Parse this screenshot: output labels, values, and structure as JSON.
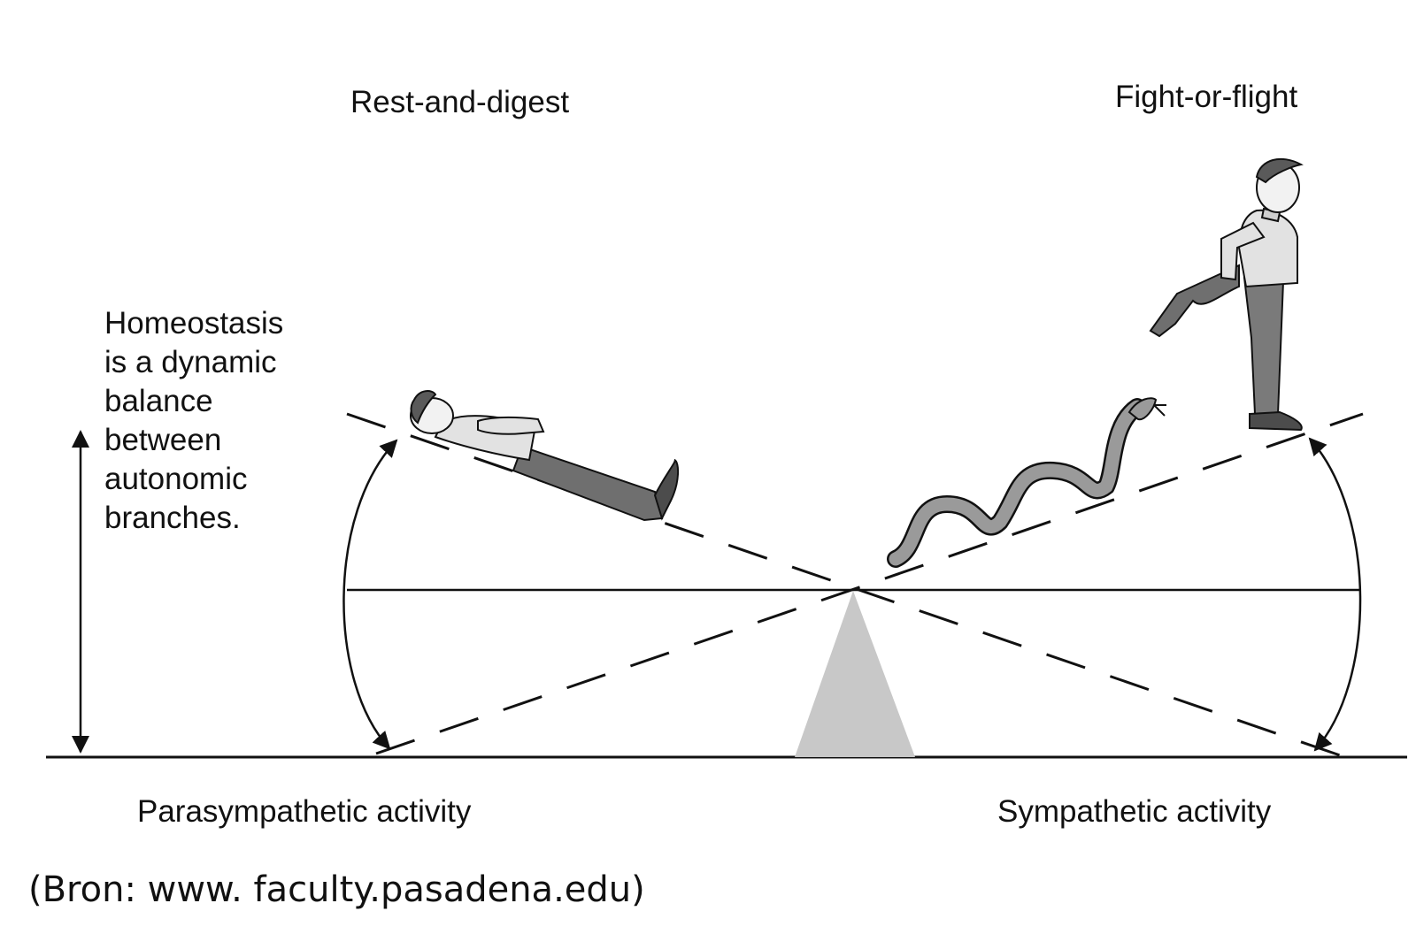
{
  "labels": {
    "rest": "Rest-and-digest",
    "fight": "Fight-or-flight",
    "homeostasis_lines": [
      "Homeostasis",
      "is a dynamic",
      "balance",
      "between",
      "autonomic",
      "branches."
    ],
    "parasympathetic": "Parasympathetic activity",
    "sympathetic": "Sympathetic activity"
  },
  "source": "(Bron: www. faculty.pasadena.edu)",
  "colors": {
    "line": "#111111",
    "fulcrum": "#c8c8c8",
    "figure_dark": "#6f6f6f",
    "figure_mid": "#9a9a9a",
    "figure_light": "#e2e2e2"
  }
}
